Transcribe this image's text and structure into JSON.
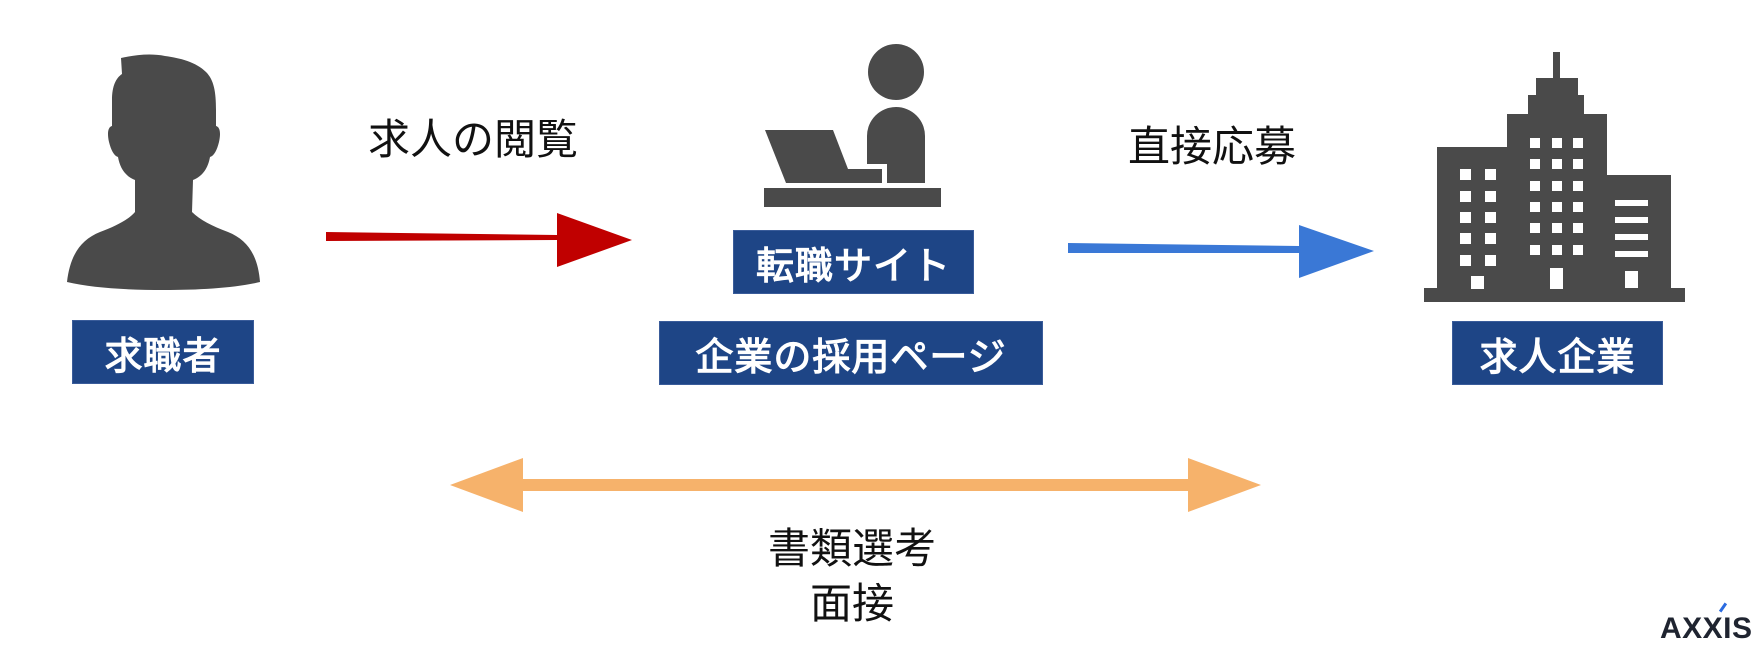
{
  "nodes": {
    "job_seeker": {
      "label": "求職者",
      "icon": "person-silhouette-icon"
    },
    "media": {
      "labels": [
        "転職サイト",
        "企業の採用ページ"
      ],
      "icon": "person-at-laptop-icon"
    },
    "company": {
      "label": "求人企業",
      "icon": "office-building-icon"
    }
  },
  "edges": {
    "browse": {
      "label": "求人の閲覧",
      "color": "#c00000",
      "direction": "right"
    },
    "apply": {
      "label": "直接応募",
      "color": "#3a78d6",
      "direction": "right"
    },
    "selection": {
      "lines": [
        "書類選考",
        "面接"
      ],
      "color": "#f6b26b",
      "direction": "both"
    }
  },
  "colors": {
    "icon": "#4a4a4a",
    "label_bg": "#1e4586",
    "label_text": "#ffffff"
  },
  "logo": {
    "text": "AXXIS"
  }
}
